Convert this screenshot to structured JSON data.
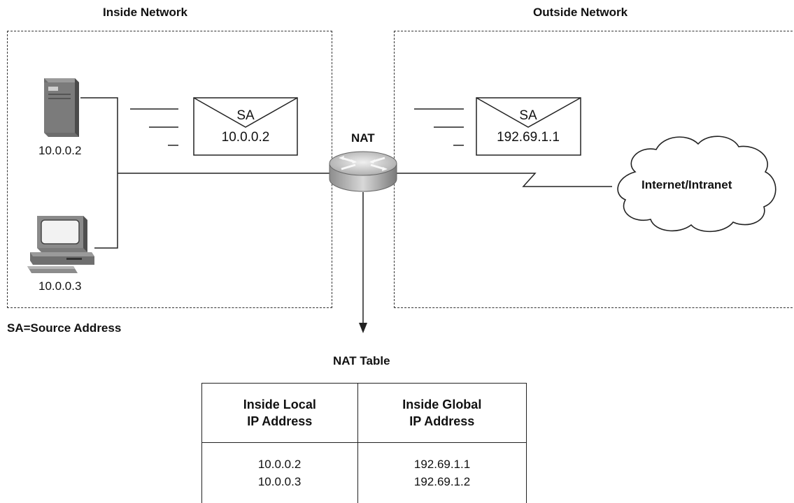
{
  "inside_network": {
    "title": "Inside Network"
  },
  "outside_network": {
    "title": "Outside Network"
  },
  "hosts": [
    {
      "name": "server",
      "icon": "server-tower-icon",
      "ip": "10.0.0.2"
    },
    {
      "name": "workstation",
      "icon": "desktop-computer-icon",
      "ip": "10.0.0.3"
    }
  ],
  "packets": {
    "inside": {
      "label": "SA",
      "address": "10.0.0.2"
    },
    "outside": {
      "label": "SA",
      "address": "192.69.1.1"
    }
  },
  "router": {
    "label": "NAT",
    "icon": "router-icon"
  },
  "cloud": {
    "label": "Internet/Intranet",
    "icon": "cloud-icon"
  },
  "legend": {
    "text": "SA=Source Address"
  },
  "nat_table": {
    "title": "NAT Table",
    "headers": [
      {
        "line1": "Inside Local",
        "line2": "IP Address"
      },
      {
        "line1": "Inside Global",
        "line2": "IP Address"
      }
    ],
    "rows": [
      {
        "local": "10.0.0.2",
        "global": "192.69.1.1"
      },
      {
        "local": "10.0.0.3",
        "global": "192.69.1.2"
      }
    ]
  }
}
